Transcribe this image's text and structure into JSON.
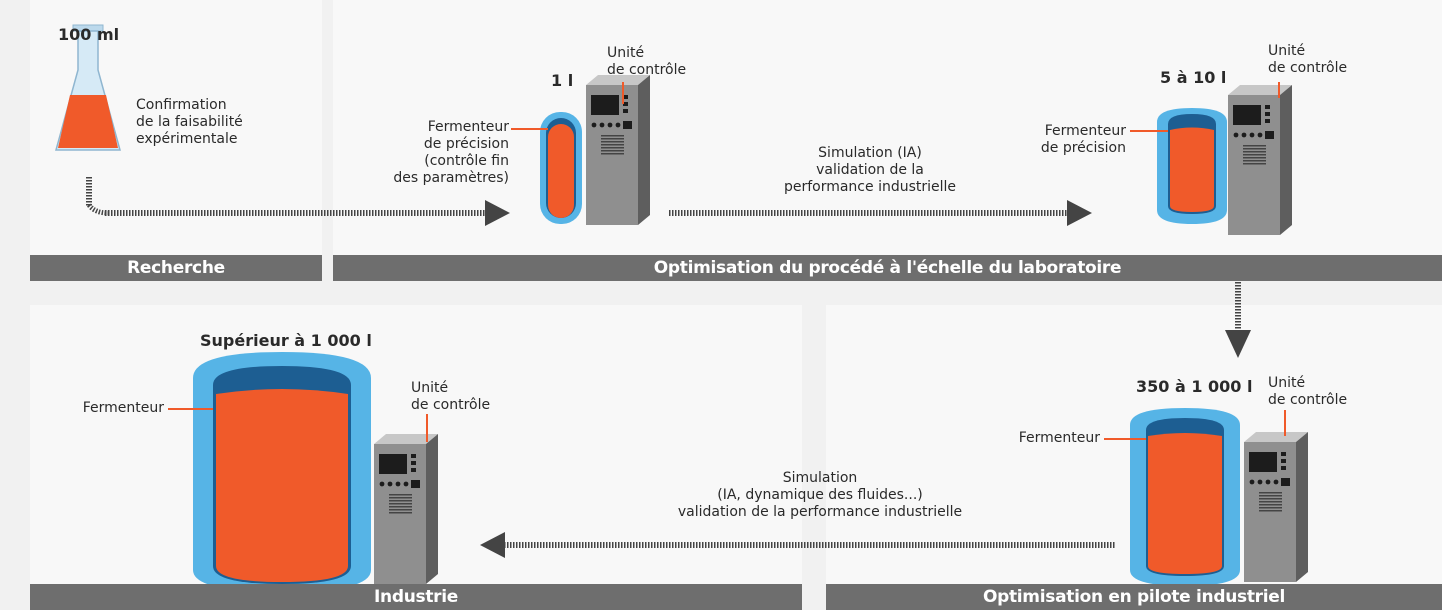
{
  "colors": {
    "orange": "#f05a2a",
    "blue": "#56b4e6",
    "dark_blue": "#1d5e92",
    "gray": "#6e6e6e",
    "cabinet": "#8f8f8f"
  },
  "sections": {
    "recherche": "Recherche",
    "lab": "Optimisation du procédé à l'échelle du laboratoire",
    "industrie": "Industrie",
    "pilote": "Optimisation en pilote industriel"
  },
  "recherche": {
    "volume": "100 ml",
    "caption": "Confirmation\nde la faisabilité\nexpérimentale"
  },
  "lab_small": {
    "volume": "1 l",
    "unit_label": "Unité\nde contrôle",
    "fermenter_label": "Fermenteur\nde précision\n(contrôle fin\ndes paramètres)"
  },
  "lab_arrow_caption": "Simulation (IA)\nvalidation de la\nperformance industrielle",
  "lab_large": {
    "volume": "5 à 10 l",
    "unit_label": "Unité\nde contrôle",
    "fermenter_label": "Fermenteur\nde précision"
  },
  "pilote": {
    "volume": "350 à 1 000 l",
    "unit_label": "Unité\nde contrôle",
    "fermenter_label": "Fermenteur"
  },
  "pilote_arrow_caption": "Simulation\n(IA, dynamique des fluides...)\nvalidation de la performance industrielle",
  "industrie": {
    "volume": "Supérieur à 1 000 l",
    "unit_label": "Unité\nde contrôle",
    "fermenter_label": "Fermenteur"
  }
}
